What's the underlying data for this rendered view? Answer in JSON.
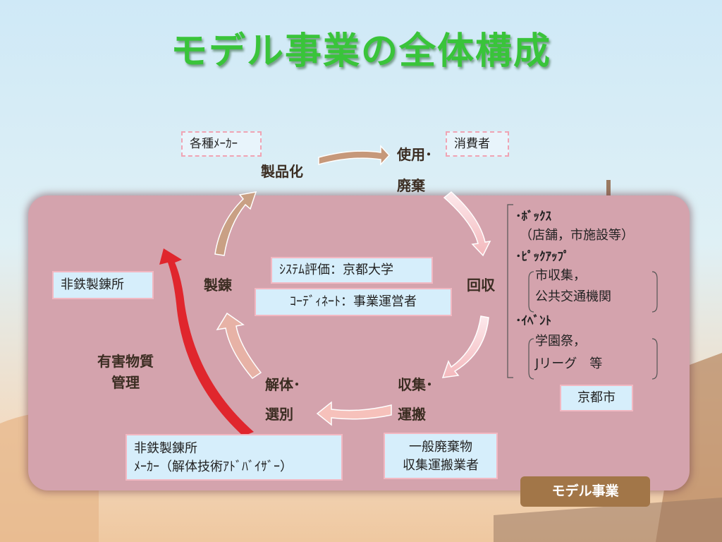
{
  "title": "モデル事業の全体構成",
  "cycle": {
    "product": "製品化",
    "use_line1": "使用･",
    "use_line2": "廃棄",
    "collect": "回収",
    "transport_line1": "収集･",
    "transport_line2": "運搬",
    "dismantle_line1": "解体･",
    "dismantle_line2": "選別",
    "refine": "製錬"
  },
  "actors": {
    "makers": "各種ﾒｰｶｰ",
    "consumers": "消費者",
    "nonferrous_left": "非鉄製錬所",
    "hazard_line1": "有害物質",
    "hazard_line2": "管理",
    "system_eval": "ｼｽﾃﾑ評価：京都大学",
    "coordinate": "ｺｰﾃﾞｨﾈｰﾄ：事業運営者",
    "bottom_left_line1": "非鉄製錬所",
    "bottom_left_line2": "ﾒｰｶｰ（解体技術ｱﾄﾞﾊﾞｲｻﾞｰ）",
    "waste_line1": "一般廃棄物",
    "waste_line2": "収集運搬業者",
    "city": "京都市"
  },
  "collection_methods": {
    "box_head": "･ﾎﾞｯｸｽ",
    "box_detail": "（店舗，市施設等）",
    "pickup_head": "･ﾋﾟｯｸｱｯﾌﾟ",
    "pickup_detail1": "市収集，",
    "pickup_detail2": "公共交通機関",
    "event_head": "･ｲﾍﾞﾝﾄ",
    "event_detail1": "学園祭，",
    "event_detail2": "Jリーグ　等"
  },
  "badge": "モデル事業",
  "colors": {
    "title": "#39c43a",
    "panel": "#d4a3ad",
    "box_fill": "#d6eefb",
    "box_border": "#f2b8c2",
    "badge": "#a27648",
    "red_arrow": "#e0262d"
  }
}
